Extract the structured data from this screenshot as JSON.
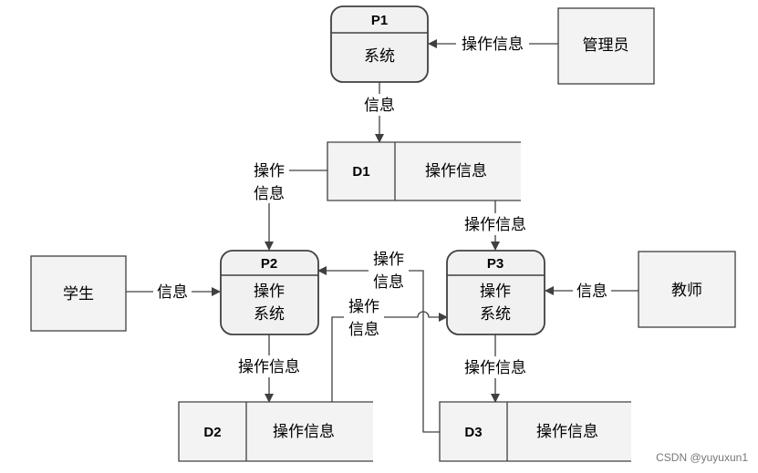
{
  "processes": {
    "p1": {
      "id": "P1",
      "name": "系统"
    },
    "p2": {
      "id": "P2",
      "name_line1": "操作",
      "name_line2": "系统"
    },
    "p3": {
      "id": "P3",
      "name_line1": "操作",
      "name_line2": "系统"
    }
  },
  "entities": {
    "admin": "管理员",
    "student": "学生",
    "teacher": "教师"
  },
  "stores": {
    "d1": {
      "id": "D1",
      "name": "操作信息"
    },
    "d2": {
      "id": "D2",
      "name": "操作信息"
    },
    "d3": {
      "id": "D3",
      "name": "操作信息"
    }
  },
  "flows": {
    "admin_to_p1": "操作信息",
    "p1_to_d1": "信息",
    "d1_to_p2_line1": "操作",
    "d1_to_p2_line2": "信息",
    "d1_to_p3": "操作信息",
    "student_to_p2": "信息",
    "teacher_to_p3": "信息",
    "p3_to_p2_line1": "操作",
    "p3_to_p2_line2": "信息",
    "d2_to_p3_line1": "操作",
    "d2_to_p3_line2": "信息",
    "p2_to_d2": "操作信息",
    "p3_to_d3": "操作信息"
  },
  "watermark": "CSDN @yuyuxun1"
}
